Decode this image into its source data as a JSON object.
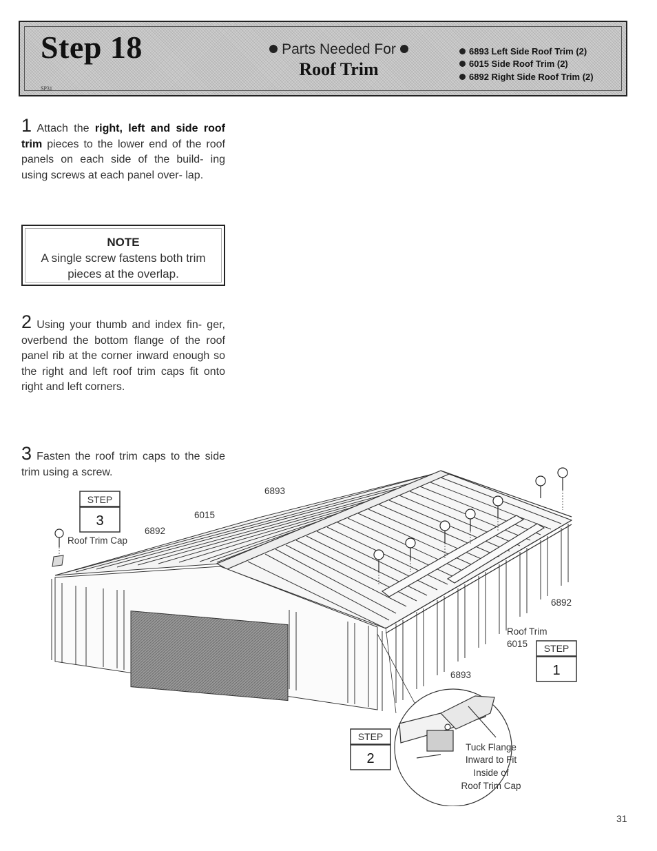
{
  "header": {
    "step_title": "Step 18",
    "page_code": "SP31",
    "parts_needed_label": "Parts Needed For",
    "parts_needed_subject": "Roof Trim",
    "parts": [
      "6893 Left Side Roof Trim (2)",
      "6015 Side Roof Trim (2)",
      "6892 Right Side Roof Trim (2)"
    ]
  },
  "instructions": {
    "step1": {
      "number": "1",
      "lead": "Attach the",
      "bold": "right, left and side roof trim",
      "rest": "pieces to the lower end of the roof panels on each side of the build- ing using screws at each panel over- lap."
    },
    "note": {
      "title": "NOTE",
      "line1": "A single screw fastens both trim",
      "line2": "pieces at the overlap."
    },
    "step2": {
      "number": "2",
      "text": "Using your thumb and index fin- ger, overbend the bottom flange of the roof panel rib at the corner inward enough so the right and left roof trim caps fit onto right and left corners."
    },
    "step3": {
      "number": "3",
      "text": "Fasten the roof trim caps to the side trim using a screw."
    }
  },
  "diagram": {
    "labels": {
      "l6893_top": "6893",
      "l6015_top": "6015",
      "l6892_left": "6892",
      "roof_trim_cap": "Roof Trim Cap",
      "l6892_right": "6892",
      "roof_trim": "Roof Trim",
      "l6015_right": "6015",
      "l6893_bottom": "6893",
      "tuck1": "Tuck Flange",
      "tuck2": "Inward to Fit",
      "tuck3": "Inside of",
      "tuck4": "Roof Trim Cap"
    },
    "callouts": {
      "step_word": "STEP",
      "step3": "3",
      "step1": "1",
      "step2": "2"
    }
  },
  "page_number": "31"
}
